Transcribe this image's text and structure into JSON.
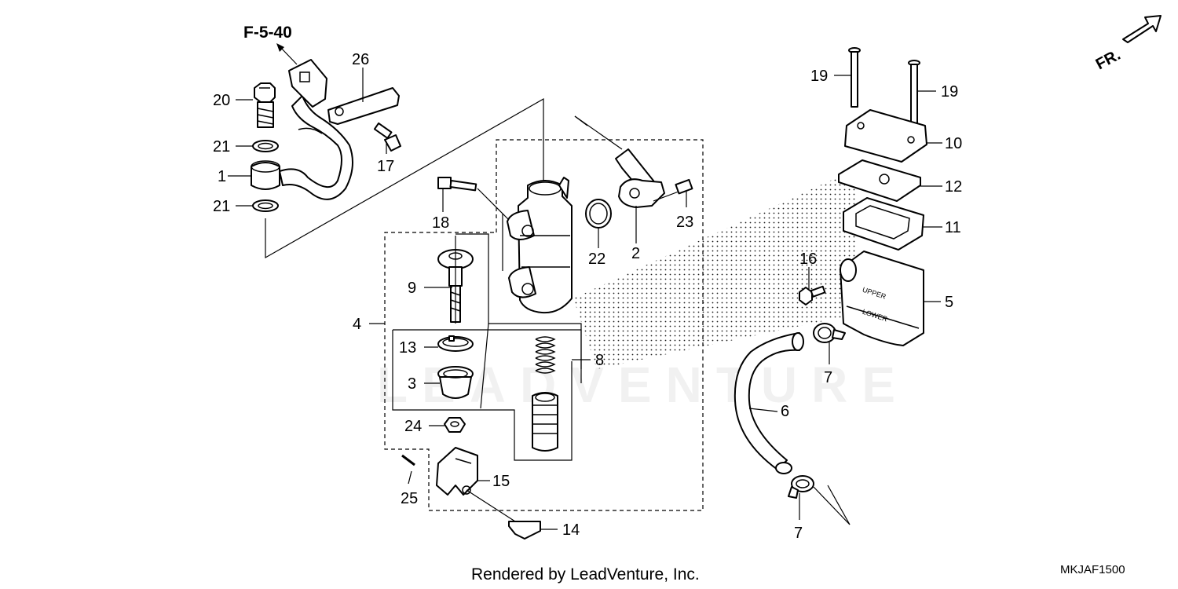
{
  "diagram": {
    "reference_label": "F-5-40",
    "direction_label": "FR.",
    "footer": "Rendered by LeadVenture, Inc.",
    "diagram_code": "MKJAF1500",
    "watermark": "LEADVENTURE"
  },
  "callouts": {
    "c1": "1",
    "c2": "2",
    "c3": "3",
    "c4": "4",
    "c5": "5",
    "c6": "6",
    "c7a": "7",
    "c7b": "7",
    "c8": "8",
    "c9": "9",
    "c10": "10",
    "c11": "11",
    "c12": "12",
    "c13": "13",
    "c14": "14",
    "c15": "15",
    "c16": "16",
    "c17": "17",
    "c18": "18",
    "c19a": "19",
    "c19b": "19",
    "c20": "20",
    "c21a": "21",
    "c21b": "21",
    "c22": "22",
    "c23": "23",
    "c24": "24",
    "c25": "25",
    "c26": "26"
  },
  "reservoir_labels": {
    "upper": "UPPER",
    "lower": "LOWER"
  }
}
